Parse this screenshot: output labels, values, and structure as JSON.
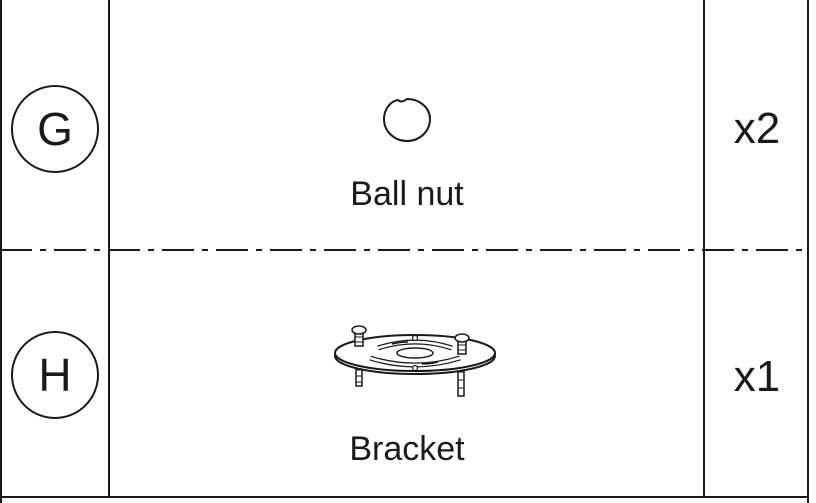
{
  "rows": [
    {
      "letter": "G",
      "name": "Ball nut",
      "quantity": "x2",
      "illustration": "ball-nut"
    },
    {
      "letter": "H",
      "name": "Bracket",
      "quantity": "x1",
      "illustration": "mounting-bracket"
    }
  ]
}
